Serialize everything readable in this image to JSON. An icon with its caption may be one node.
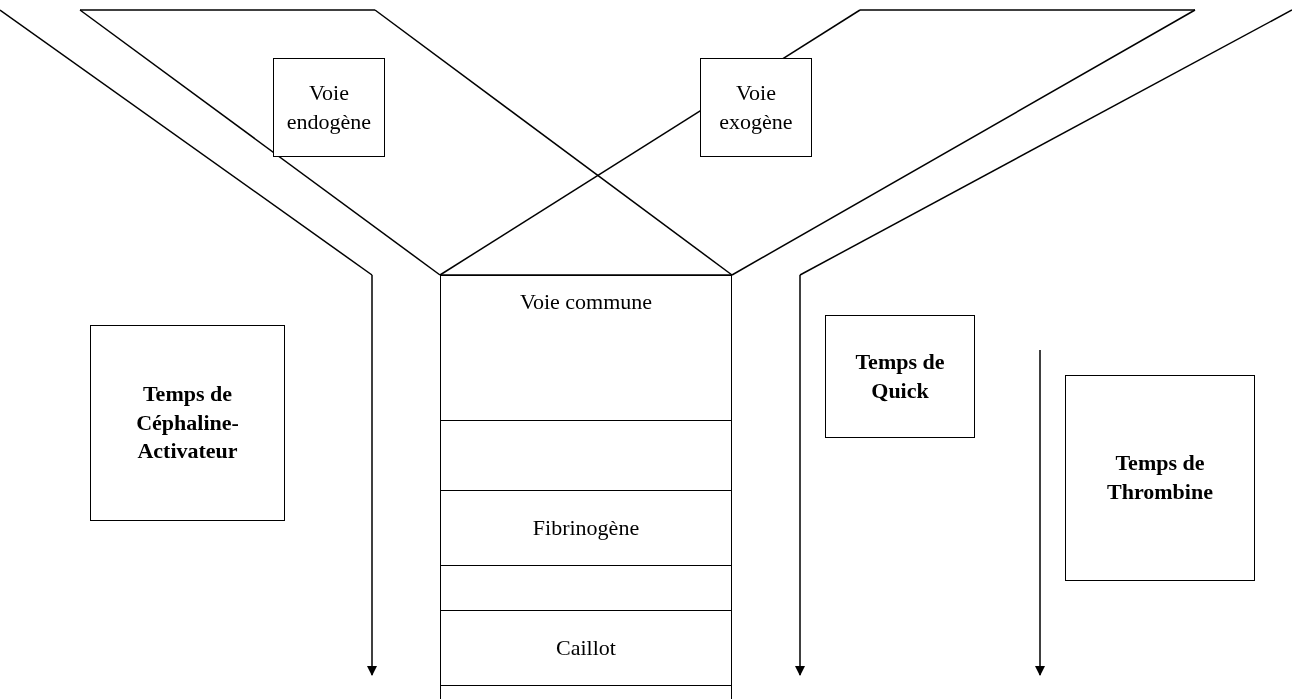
{
  "diagram": {
    "nodes": [
      {
        "text": [
          "Voie endogène"
        ]
      },
      {
        "text": [
          "Voie exogène"
        ]
      },
      {
        "text": [
          "Voie commune"
        ]
      },
      {
        "text": [],
        "shape": "box"
      },
      {
        "text": [
          "Fibrinogène"
        ]
      },
      {
        "text": [],
        "shape": "box"
      },
      {
        "text": [
          "Caillot"
        ]
      },
      {
        "text": [],
        "shape": "box"
      },
      {
        "text": [
          "Temps de Céphaline-Activateur"
        ]
      },
      {
        "text": [
          "Temps de Quick"
        ]
      },
      {
        "text": [
          "Temps de Thrombine"
        ]
      }
    ]
  }
}
